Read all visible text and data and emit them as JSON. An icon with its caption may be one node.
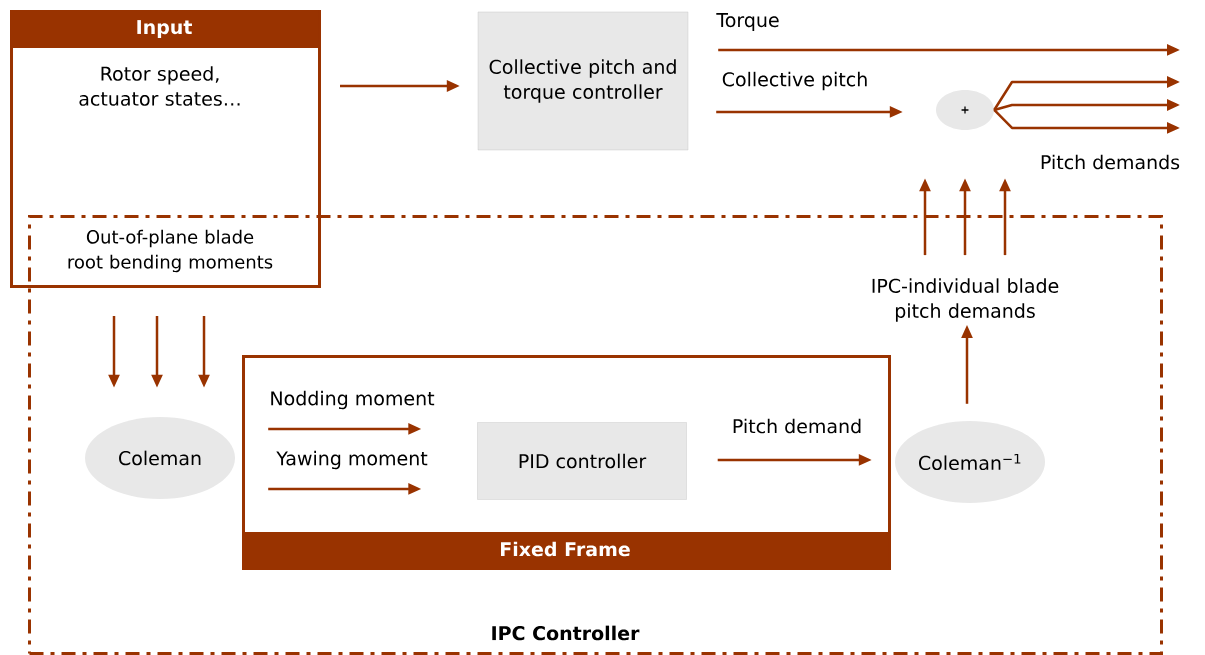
{
  "diagram": {
    "nodes": [
      {
        "text": [
          "Input",
          "Rotor speed, actuator states…",
          "Out-of-plane blade root bending moments"
        ]
      },
      {
        "text": [
          "Collective pitch and torque controller"
        ]
      },
      {
        "text": [
          "+"
        ]
      },
      {
        "text": [
          "IPC Controller"
        ]
      },
      {
        "text": [
          "Coleman"
        ],
        "in": 3
      },
      {
        "text": [
          "Fixed Frame"
        ],
        "in": 3
      },
      {
        "text": [
          "PID controller"
        ],
        "in": 5
      },
      {
        "text": [
          "Coleman$^{−1}$"
        ],
        "in": 3
      },
      {
        "text": [
          "IPC-individual blade pitch demands"
        ],
        "in": 3
      }
    ],
    "edges": [
      {
        "from": 0,
        "to": 1,
        "arrow": "to"
      },
      {
        "from": 0,
        "to": 4,
        "arrow": "to"
      },
      {
        "from": 0,
        "to": 4,
        "arrow": "to"
      },
      {
        "from": 0,
        "to": 4,
        "arrow": "to"
      },
      {
        "from": 1,
        "to": null,
        "arrow": "to",
        "label": "Torque"
      },
      {
        "from": 1,
        "to": 2,
        "arrow": "to",
        "label": "Collective pitch"
      },
      {
        "from": 2,
        "to": null,
        "arrow": "to"
      },
      {
        "from": 2,
        "to": null,
        "arrow": "to"
      },
      {
        "from": 2,
        "to": null,
        "arrow": "to"
      },
      {
        "from": 4,
        "to": 6,
        "arrow": "to",
        "label": "Nodding moment"
      },
      {
        "from": 4,
        "to": 6,
        "arrow": "to",
        "label": "Yawing moment"
      },
      {
        "from": 6,
        "to": 7,
        "arrow": "to",
        "label": "Pitch demand"
      },
      {
        "from": 7,
        "to": 8,
        "arrow": "to"
      },
      {
        "from": 8,
        "to": 2,
        "arrow": "to"
      },
      {
        "from": 8,
        "to": 2,
        "arrow": "to"
      },
      {
        "from": 8,
        "to": 2,
        "arrow": "to"
      }
    ],
    "labels": [
      "Pitch demands"
    ]
  }
}
